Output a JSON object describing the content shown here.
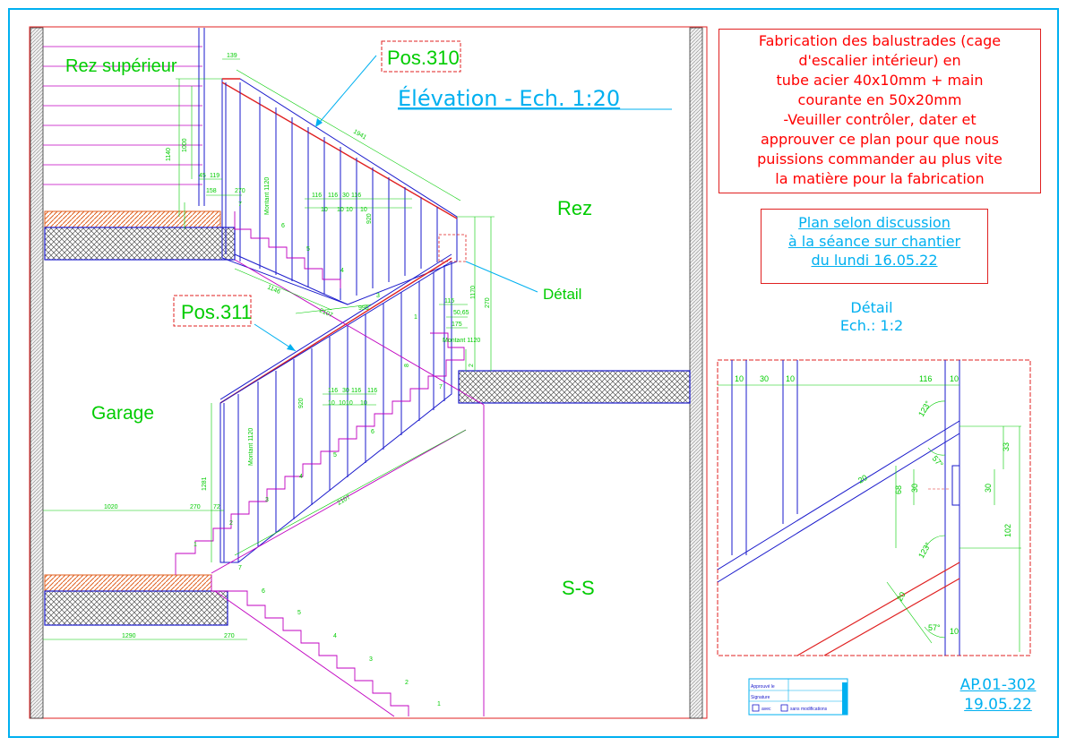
{
  "title": "Élévation - Ech. 1:20",
  "rooms": {
    "rez_sup": "Rez supérieur",
    "rez": "Rez",
    "garage": "Garage",
    "ss": "S-S"
  },
  "positions": {
    "p310": "Pos.310",
    "p311": "Pos.311"
  },
  "detail_callout": "Détail",
  "notes": {
    "fabrication": [
      "Fabrication des balustrades (cage",
      "d'escalier intérieur) en",
      "tube acier 40x10mm + main",
      "courante en 50x20mm",
      "-Veuiller contrôler, dater et",
      "approuver ce plan pour que nous",
      "puissions commander au plus vite",
      "la matière pour la fabrication"
    ],
    "discussion": [
      "Plan selon discussion",
      "à la séance sur chantier",
      "du lundi 16.05.22"
    ]
  },
  "detail": {
    "title": "Détail",
    "scale": "Ech.: 1:2",
    "dims_top": [
      "10",
      "30",
      "10",
      "116",
      "10"
    ],
    "angles": [
      "123°",
      "57°",
      "123°",
      "57°"
    ],
    "dims_right": [
      "33",
      "30",
      "30",
      "102",
      "68",
      "20",
      "20",
      "10"
    ]
  },
  "stamp": {
    "approved": "Approuvé le",
    "signature": "Signature",
    "with": "avec",
    "without": "sans modifications"
  },
  "ref": {
    "code": "AP.01-302",
    "date": "19.05.22"
  },
  "dims": {
    "top": [
      "139",
      "1941",
      "1140",
      "1000",
      "45",
      "119",
      "158",
      "270",
      "116",
      "116",
      "30",
      "116",
      "10",
      "10",
      "10",
      "10",
      "920",
      "Montant 1120",
      "7",
      "6",
      "5",
      "4",
      "3",
      "1146"
    ],
    "mid": [
      "2107",
      "995",
      "1170",
      "270",
      "115",
      "50,65",
      "175",
      "2",
      "1",
      "Montant 1120",
      "8",
      "7"
    ],
    "bottom": [
      "116",
      "30",
      "116",
      "116",
      "10",
      "10",
      "10",
      "10",
      "920",
      "1281",
      "1020",
      "270",
      "72",
      "Montant 1120",
      "2107",
      "6",
      "5",
      "4",
      "3",
      "2",
      "1",
      "7",
      "6",
      "5",
      "4",
      "3",
      "2",
      "1",
      "1290",
      "270"
    ]
  }
}
